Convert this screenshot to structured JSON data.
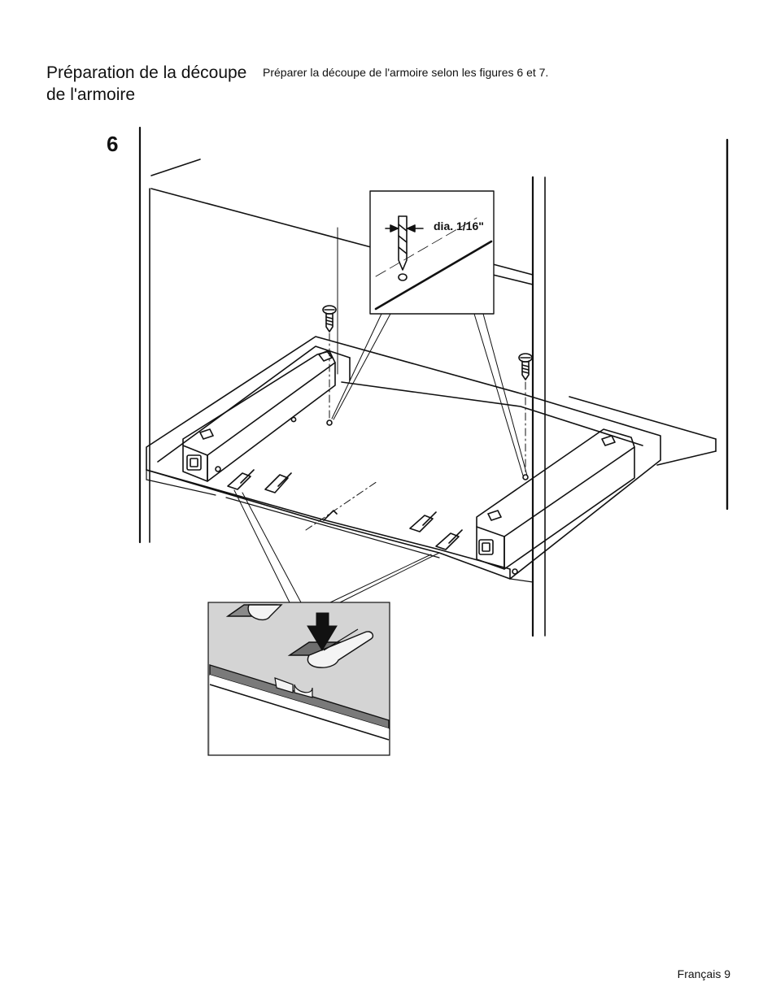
{
  "section": {
    "title": "Préparation de la découpe de l'armoire",
    "intro": "Préparer la découpe de l'armoire selon les figures 6 et 7."
  },
  "figure": {
    "number": "6",
    "drill_callout": "dia. 1/16\""
  },
  "footer": {
    "page_label": "Français 9"
  }
}
